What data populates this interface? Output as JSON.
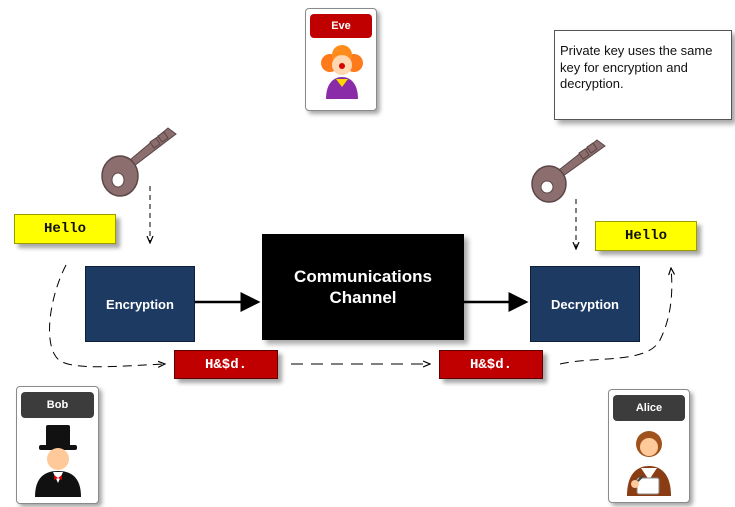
{
  "colors": {
    "block_blue": "#1d3a63",
    "channel_black": "#000000",
    "plain_yellow": "#ffff00",
    "cipher_red": "#c00000",
    "tag_red": "#c00000",
    "tag_gray": "#3c3c3c",
    "key_color": "#8c6e6e"
  },
  "actors": {
    "eve": {
      "name": "Eve",
      "icon": "clown-icon"
    },
    "bob": {
      "name": "Bob",
      "icon": "top-hat-man-icon"
    },
    "alice": {
      "name": "Alice",
      "icon": "woman-writing-icon"
    }
  },
  "note": {
    "text": "Private key uses the same key for encryption and decryption."
  },
  "encryption": {
    "label": "Encryption"
  },
  "channel": {
    "line1": "Communications",
    "line2": "Channel"
  },
  "decryption": {
    "label": "Decryption"
  },
  "plaintext": {
    "left": "Hello",
    "right": "Hello"
  },
  "ciphertext": {
    "left": "H&$d.",
    "right": "H&$d."
  }
}
